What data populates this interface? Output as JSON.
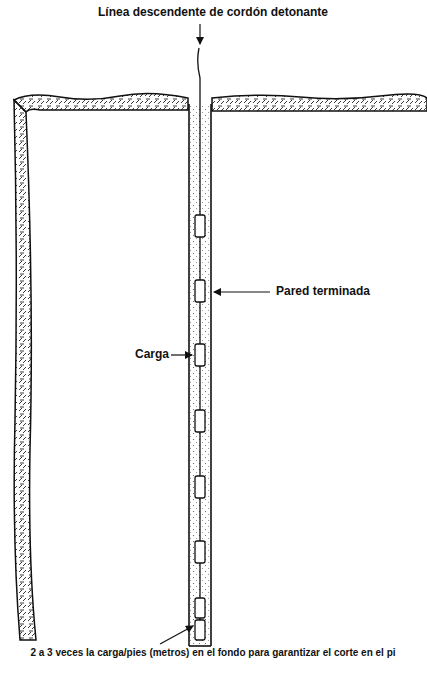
{
  "diagram": {
    "labels": [
      "Línea descendente de cordón detonante",
      "Pared terminada",
      "Carga",
      "2 a 3 veces la carga/pies (metros) en el fondo para garantizar el corte en el pi"
    ]
  }
}
